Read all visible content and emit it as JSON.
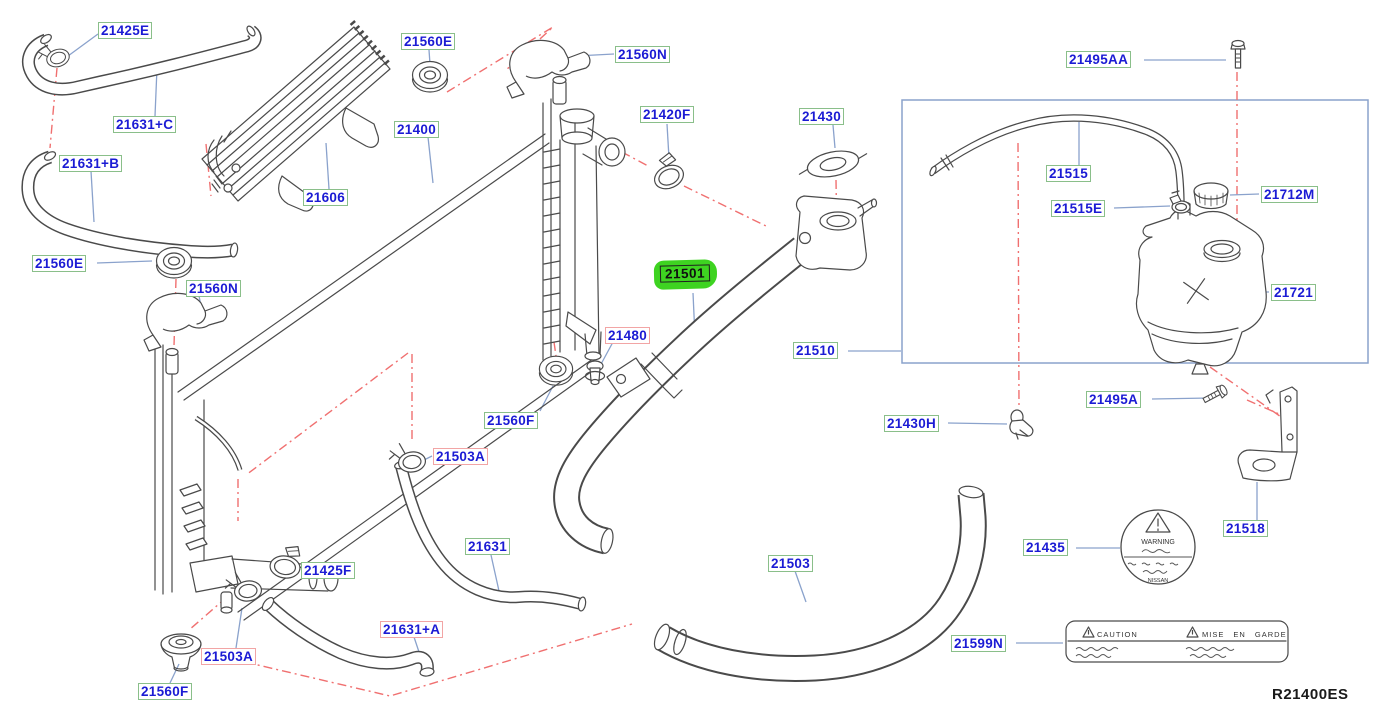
{
  "diagram_code": "R21400ES",
  "highlighted_part": "21501",
  "labels": [
    {
      "text": "21425E",
      "variant": "green"
    },
    {
      "text": "21631+C",
      "variant": "green"
    },
    {
      "text": "21560E",
      "variant": "green"
    },
    {
      "text": "21560N",
      "variant": "green"
    },
    {
      "text": "21400",
      "variant": "green"
    },
    {
      "text": "21420F",
      "variant": "green"
    },
    {
      "text": "21430",
      "variant": "green"
    },
    {
      "text": "21495AA",
      "variant": "green"
    },
    {
      "text": "21631+B",
      "variant": "green"
    },
    {
      "text": "21606",
      "variant": "green"
    },
    {
      "text": "21515",
      "variant": "green"
    },
    {
      "text": "21515E",
      "variant": "green"
    },
    {
      "text": "21712M",
      "variant": "green"
    },
    {
      "text": "21560E",
      "variant": "green"
    },
    {
      "text": "21501",
      "variant": "highlight"
    },
    {
      "text": "21721",
      "variant": "green"
    },
    {
      "text": "21560N",
      "variant": "green"
    },
    {
      "text": "21480",
      "variant": "red"
    },
    {
      "text": "21510",
      "variant": "green"
    },
    {
      "text": "21560F",
      "variant": "green"
    },
    {
      "text": "21495A",
      "variant": "green"
    },
    {
      "text": "21430H",
      "variant": "green"
    },
    {
      "text": "21503A",
      "variant": "red"
    },
    {
      "text": "21631",
      "variant": "green"
    },
    {
      "text": "21503",
      "variant": "green"
    },
    {
      "text": "21425F",
      "variant": "green"
    },
    {
      "text": "21435",
      "variant": "green"
    },
    {
      "text": "21518",
      "variant": "green"
    },
    {
      "text": "21631+A",
      "variant": "red"
    },
    {
      "text": "21503A",
      "variant": "red"
    },
    {
      "text": "21599N",
      "variant": "green"
    },
    {
      "text": "21560F",
      "variant": "green"
    }
  ],
  "decals": {
    "warning": {
      "heading": "WARNING",
      "brand": "NISSAN"
    },
    "caution": {
      "heading_left": "CAUTION",
      "heading_right": "MISE EN GARDE"
    }
  },
  "colors": {
    "label_text": "#1b1bd4",
    "label_border_green": "#8abf8a",
    "label_border_red": "#f2a5a5",
    "part_highlight_green": "#3ed321",
    "leader_line_blue": "#8aa2cc",
    "reference_dash_red": "#f07070",
    "artwork_line": "#4a4a4a"
  }
}
